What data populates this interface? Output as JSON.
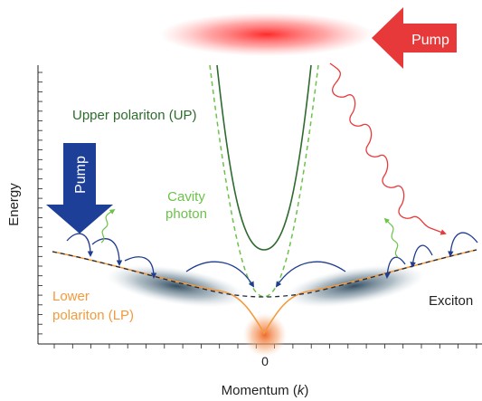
{
  "labels": {
    "upper_polariton": "Upper polariton (UP)",
    "cavity_photon_line1": "Cavity",
    "cavity_photon_line2": "photon",
    "lower_polariton_line1": "Lower",
    "lower_polariton_line2": "polariton (LP)",
    "exciton": "Exciton",
    "pump_left": "Pump",
    "pump_top": "Pump",
    "x_axis": "Momentum (k)",
    "x_axis_plain": "Momentum (",
    "x_axis_var": "k",
    "x_axis_close": ")",
    "y_axis": "Energy",
    "zero_tick": "0"
  },
  "colors": {
    "upper_polariton": "#2e6b2e",
    "cavity_photon": "#6cc24a",
    "lower_polariton": "#f39a3c",
    "exciton_line": "#222a3a",
    "pump_blue": "#1d3f97",
    "pump_red": "#e8393a",
    "blue_arrows": "#1f3c8f",
    "wavy_green": "#6cc24a",
    "reservoir": "#2a4559"
  }
}
